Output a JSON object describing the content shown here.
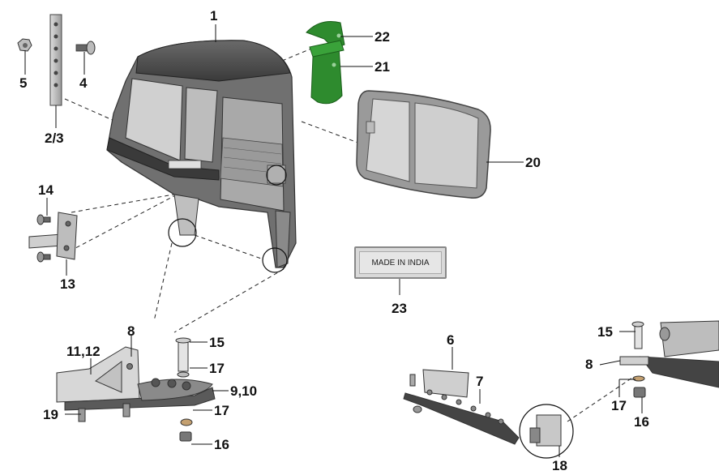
{
  "callouts": {
    "p1": "1",
    "p22": "22",
    "p21": "21",
    "p5": "5",
    "p4": "4",
    "p23_side": "2/3",
    "p20": "20",
    "p14": "14",
    "p13": "13",
    "p23": "23",
    "p8": "8",
    "p11_12": "11,12",
    "p15": "15",
    "p17a": "17",
    "p9_10": "9,10",
    "p19": "19",
    "p17b": "17",
    "p16": "16",
    "p6": "6",
    "p7": "7",
    "p18": "18",
    "p15r": "15",
    "p8r": "8",
    "p17r": "17",
    "p16r": "16"
  },
  "plate_text": "MADE IN INDIA",
  "colors": {
    "bottle_holder": "#2e8b2e",
    "cab_body": "#5a5a5a",
    "glass": "#cfcfcf"
  }
}
